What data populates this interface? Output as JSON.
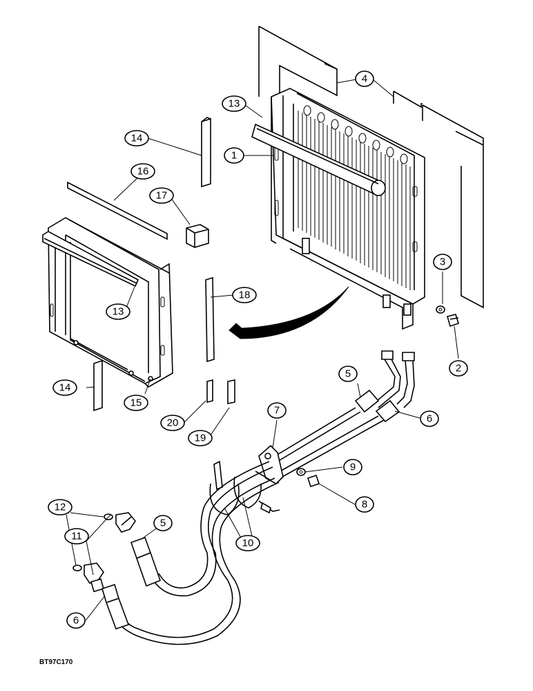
{
  "drawing_code": "BT97C170",
  "callouts": [
    {
      "id": "c1",
      "label": "1"
    },
    {
      "id": "c2",
      "label": "2"
    },
    {
      "id": "c3",
      "label": "3"
    },
    {
      "id": "c4",
      "label": "4"
    },
    {
      "id": "c5a",
      "label": "5"
    },
    {
      "id": "c5b",
      "label": "5"
    },
    {
      "id": "c6a",
      "label": "6"
    },
    {
      "id": "c6b",
      "label": "6"
    },
    {
      "id": "c7",
      "label": "7"
    },
    {
      "id": "c8",
      "label": "8"
    },
    {
      "id": "c9",
      "label": "9"
    },
    {
      "id": "c10",
      "label": "10"
    },
    {
      "id": "c11",
      "label": "11"
    },
    {
      "id": "c12",
      "label": "12"
    },
    {
      "id": "c13a",
      "label": "13"
    },
    {
      "id": "c13b",
      "label": "13"
    },
    {
      "id": "c14a",
      "label": "14"
    },
    {
      "id": "c14b",
      "label": "14"
    },
    {
      "id": "c15",
      "label": "15"
    },
    {
      "id": "c16",
      "label": "16"
    },
    {
      "id": "c17",
      "label": "17"
    },
    {
      "id": "c18",
      "label": "18"
    },
    {
      "id": "c19",
      "label": "19"
    },
    {
      "id": "c20",
      "label": "20"
    }
  ]
}
